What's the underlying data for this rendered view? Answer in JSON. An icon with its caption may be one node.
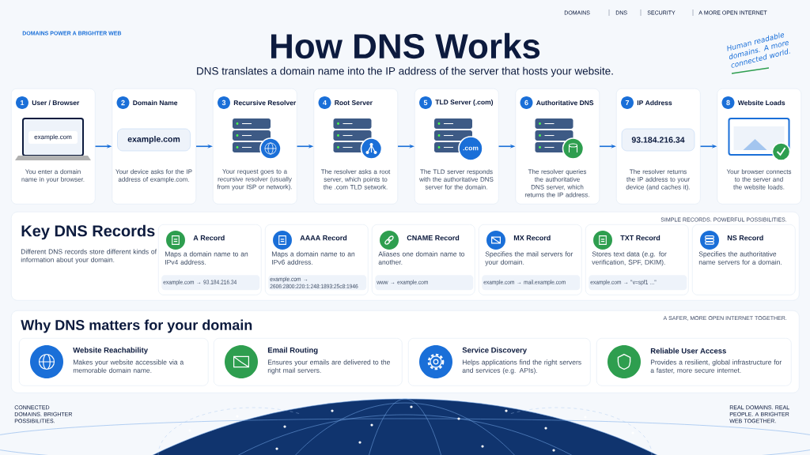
{
  "diagram": {
    "title": "How DNS Works",
    "nodes": [
      {
        "text": [
          "1",
          "User / Browser",
          "You enter a domain name in your browser."
        ]
      },
      {
        "text": [
          "example.com"
        ],
        "in": 0
      },
      {
        "text": [
          "2",
          "Domain Name",
          "Your device asks for the IP address of example.com."
        ]
      },
      {
        "text": [
          "example.com"
        ],
        "in": 2
      },
      {
        "text": [
          "3",
          "Recursive Resolver",
          "Your request goes to a recursive resolver (usually from your ISP or network)."
        ]
      },
      {
        "text": [
          "4",
          "Root Server",
          "The resolver asks a root server, which points to the .com TLD setwork."
        ]
      },
      {
        "text": [
          "5",
          "TLD Server (.com)",
          "The TLD server responds with the authoritative DNS server for the domain."
        ]
      },
      {
        "text": [
          ".com"
        ],
        "in": 6
      },
      {
        "text": [
          "6",
          "Authoritative DNS",
          "The resolver queries the authoritative DNS server, which returns the IP address."
        ]
      },
      {
        "text": [
          "7",
          "IP Address",
          "The resolver returns the IP address to your device (and caches it)."
        ]
      },
      {
        "text": [
          "93.184.216.34"
        ],
        "in": 9
      },
      {
        "text": [
          "8",
          "Website Loads",
          "Your browser connects to the server and the website loads."
        ]
      },
      {
        "text": [
          "Key DNS Records",
          "Different DNS records store different kinds of information about your domain."
        ]
      },
      {
        "text": [
          "A Record",
          "Maps a domain name to an IPv4 address.",
          "example.com → 93.184.216.34"
        ],
        "in": 12
      },
      {
        "text": [
          "AAAA Record",
          "Maps a domain name to an IPv6 address.",
          "example.com → 2606:2800:220:1:248:1893:25c8:1946"
        ],
        "in": 12
      },
      {
        "text": [
          "CNAME Record",
          "Aliases one domain name to another.",
          "www → example.com"
        ],
        "in": 12
      },
      {
        "text": [
          "MX Record",
          "Specifies the mail servers for your domain.",
          "example.com → mail.example.com"
        ],
        "in": 12
      },
      {
        "text": [
          "TXT Record",
          "Stores text data (e.g. for verification, SPF, DKIM).",
          "example.com → \"v=spf1 ...\""
        ],
        "in": 12
      },
      {
        "text": [
          "NS Record",
          "Specifies the authoritative name servers for a domain."
        ],
        "in": 12
      },
      {
        "text": [
          "Why DNS matters for your domain"
        ]
      },
      {
        "text": [
          "Website Reachability",
          "Makes your website accessible via a memorable domain name."
        ],
        "in": 19
      },
      {
        "text": [
          "Email Routing",
          "Ensures your emails are delivered to the right mail servers."
        ],
        "in": 19
      },
      {
        "text": [
          "Service Discovery",
          "Helps applications find the right servers and services (e.g. APIs)."
        ],
        "in": 19
      },
      {
        "text": [
          "Reliable User Access",
          "Provides a resilient, global infrastructure for a faster, more secure internet."
        ],
        "in": 19
      }
    ],
    "edges": [
      {
        "from": 0,
        "to": 2,
        "arrow": "to"
      },
      {
        "from": 2,
        "to": 4,
        "arrow": "to"
      },
      {
        "from": 4,
        "to": 5,
        "arrow": "to"
      },
      {
        "from": 5,
        "to": 6,
        "arrow": "to"
      },
      {
        "from": 6,
        "to": 8,
        "arrow": "to"
      },
      {
        "from": 8,
        "to": 9,
        "arrow": "to"
      },
      {
        "from": 9,
        "to": 11,
        "arrow": "to"
      }
    ],
    "labels": [
      "DOMAINS POWER A BRIGHTER WEB",
      "DOMAINS",
      "DNS",
      "SECURITY",
      "A MORE OPEN INTERNET",
      "DNS translates a domain name into the IP address of the server that hosts your website.",
      "Human readable domains. A more connected world.",
      "SIMPLE RECORDS. POWERFUL POSSIBILITIES.",
      "A SAFER, MORE OPEN INTERNET TOGETHER.",
      "CONNECTED DOMAINS. BRIGHTER POSSIBILITIES.",
      "REAL DOMAINS. REAL PEOPLE. A BRIGHTER WEB TOGETHER."
    ]
  }
}
